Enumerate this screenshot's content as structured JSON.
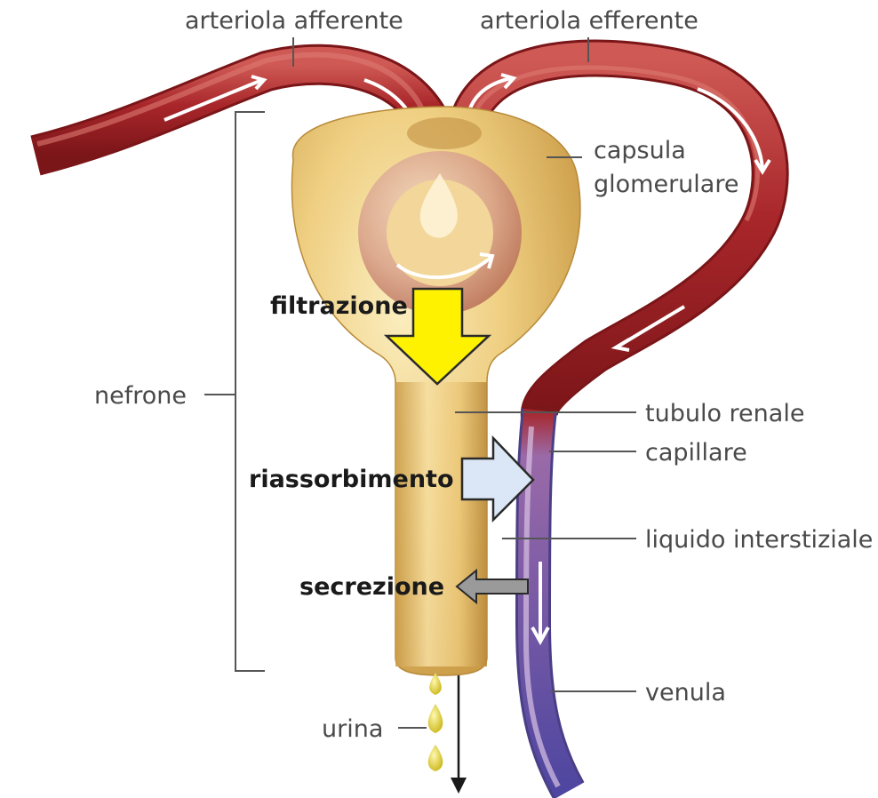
{
  "labels": {
    "afferent": "arteriola afferente",
    "efferent": "arteriola efferente",
    "capsula_line1": "capsula",
    "capsula_line2": "glomerulare",
    "filtrazione": "filtrazione",
    "nefrone": "nefrone",
    "tubulo": "tubulo renale",
    "capillare": "capillare",
    "riassorbimento": "riassorbimento",
    "liquido": "liquido interstiziale",
    "secrezione": "secrezione",
    "venula": "venula",
    "urina": "urina"
  },
  "colors": {
    "artery": "#a8262a",
    "artery_dark": "#7a1518",
    "artery_light": "#cf5a55",
    "vein_top": "#9a6aa8",
    "vein_bottom": "#5a4ea0",
    "nephron": "#e8c06a",
    "nephron_light": "#f8e6b0",
    "nephron_dark": "#c89a40",
    "filtration_arrow": "#fff200",
    "reabsorption_arrow": "#dbe7f6",
    "secretion_arrow": "#9a9a9a",
    "urine_drop": "#e3d21e"
  }
}
